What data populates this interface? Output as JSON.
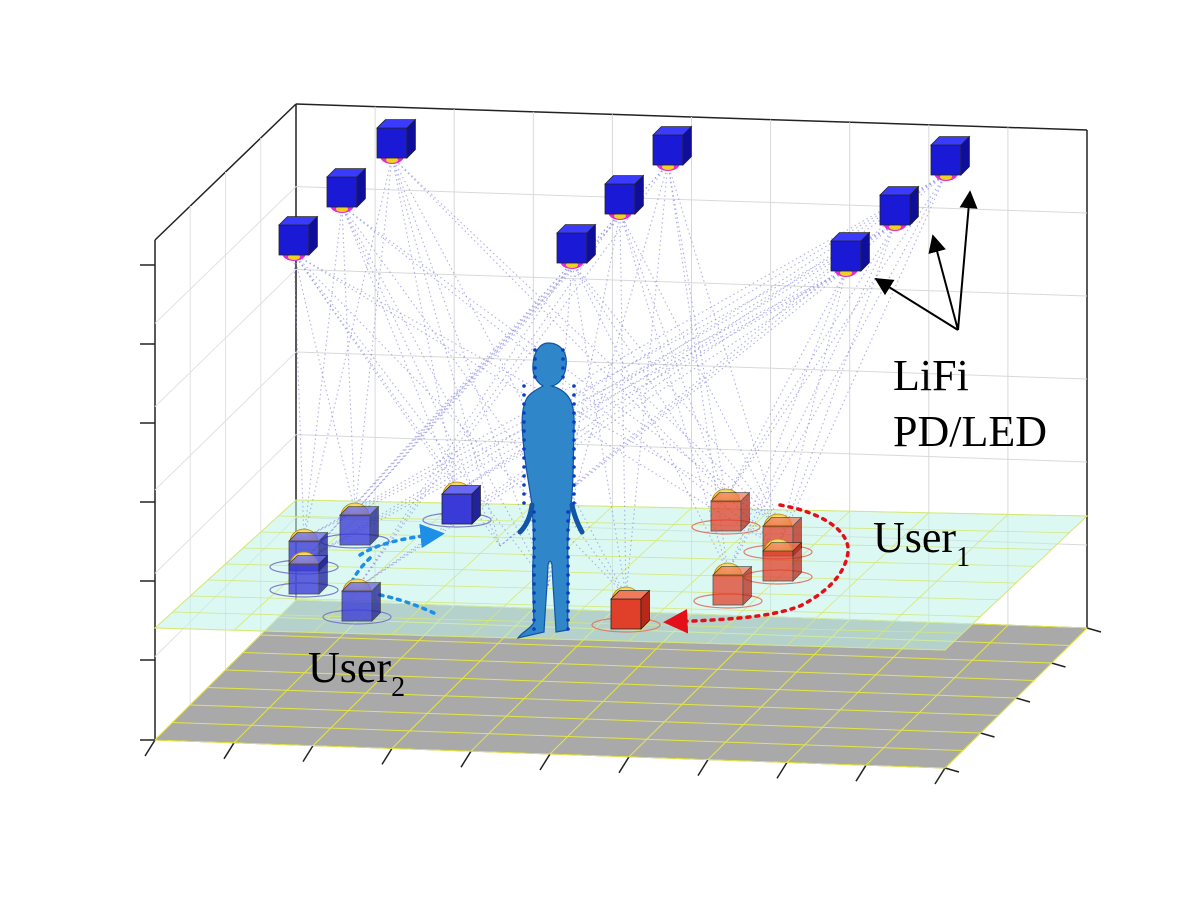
{
  "labels": {
    "lifi_line1": "LiFi",
    "lifi_line2": "PD/LED",
    "user1_base": "User",
    "user1_sub": "1",
    "user2_base": "User",
    "user2_sub": "2"
  },
  "colors": {
    "ceiling_module": "#1a1ad6",
    "ceiling_module_top": "#3b3bff",
    "ceiling_led": "#e22bd6",
    "user1_device": "#e0402a",
    "user2_device": "#3a3ad8",
    "pd_dome": "#f2c62a",
    "link_rays": "#8f8fe0",
    "user1_path": "#e3101a",
    "user2_path": "#1d8fe6",
    "receiver_plane": "#bff3ea",
    "floor": "#a9a9a9",
    "floor_grid": "#e5e545",
    "human": "#2f86c8"
  },
  "icons": {
    "lifi_arrow": "arrow-icon",
    "human": "human-figure-icon",
    "device": "device-cube-icon"
  }
}
